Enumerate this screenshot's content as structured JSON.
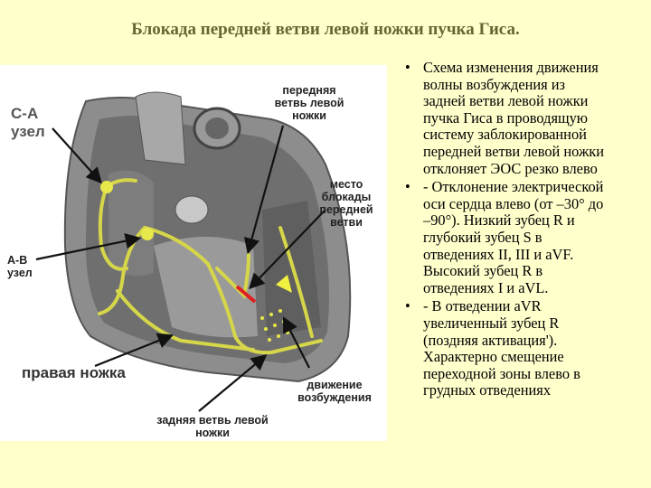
{
  "title": "Блокада передней ветви левой ножки пучка Гиса.",
  "figure": {
    "labels": {
      "sa_node": [
        "С-А",
        "узел"
      ],
      "av_node": [
        "А-В",
        "узел"
      ],
      "anterior_branch": [
        "передняя",
        "ветвь левой",
        "ножки"
      ],
      "block_site": [
        "место",
        "блокады",
        "передней",
        "ветви"
      ],
      "right_bundle": [
        "правая ножка"
      ],
      "excitation": [
        "движение",
        "возбуждения"
      ],
      "posterior_branch": [
        "задняя ветвь левой",
        "ножки"
      ]
    }
  },
  "bullets": [
    {
      "lines": [
        "Схема изменения движения",
        "волны возбуждения из",
        "задней ветви левой ножки",
        "пучка Гиса в проводящую",
        "систему заблокированной",
        "передней ветви левой ножки",
        "отклоняет ЭОС резко влево"
      ]
    },
    {
      "lines": [
        "- Отклонение электрической",
        "оси сердца влево (от –30° до",
        "–90°). Низкий зубец R и",
        "глубокий зубец S в",
        "отведениях II, III и aVF.",
        "Высокий зубец R в",
        "отведениях I и aVL."
      ]
    },
    {
      "lines": [
        "- В отведении aVR",
        "увеличенный зубец R",
        "(поздняя активация').",
        "Характерно смещение",
        "переходной зоны влево в",
        "грудных отведениях"
      ]
    }
  ],
  "bullet_symbol": "•"
}
